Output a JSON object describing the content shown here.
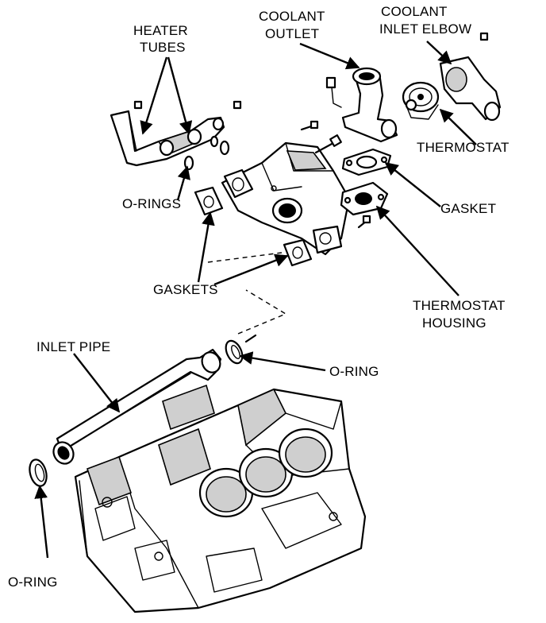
{
  "labels": {
    "heater_tubes_1": "HEATER",
    "heater_tubes_2": "TUBES",
    "coolant_outlet_1": "COOLANT",
    "coolant_outlet_2": "OUTLET",
    "coolant_inlet_elbow_1": "COOLANT",
    "coolant_inlet_elbow_2": "INLET ELBOW",
    "thermostat": "THERMOSTAT",
    "o_rings": "O-RINGS",
    "gasket": "GASKET",
    "gaskets": "GASKETS",
    "thermostat_housing_1": "THERMOSTAT",
    "thermostat_housing_2": "HOUSING",
    "inlet_pipe": "INLET PIPE",
    "o_ring_upper": "O-RING",
    "o_ring_lower": "O-RING"
  },
  "colors": {
    "ink": "#000000",
    "paper": "#ffffff",
    "shade": "#cfcfcf"
  }
}
